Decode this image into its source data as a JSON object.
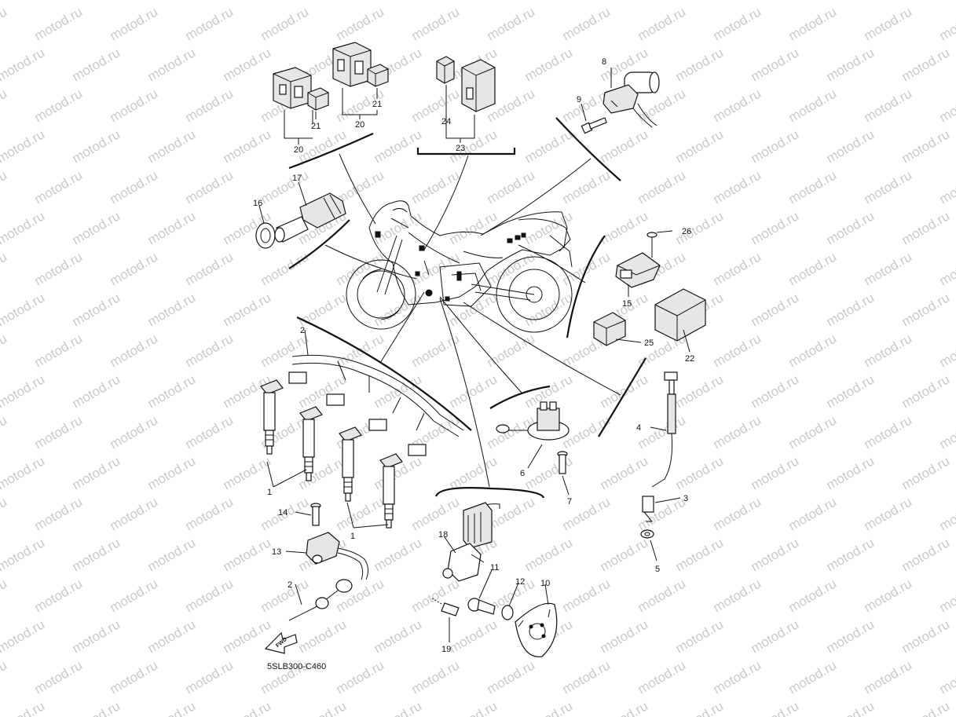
{
  "watermark": {
    "text": "motod.ru",
    "color": "#c9c9c9"
  },
  "drawing_code": "5SLB300-C460",
  "fwd_arrow_text": "FWD",
  "callouts": {
    "c1a": "1",
    "c1b": "1",
    "c2a": "2",
    "c2b": "2",
    "c3": "3",
    "c4": "4",
    "c5": "5",
    "c6": "6",
    "c7": "7",
    "c8": "8",
    "c9": "9",
    "c10": "10",
    "c11": "11",
    "c12": "12",
    "c13": "13",
    "c14": "14",
    "c15": "15",
    "c16": "16",
    "c17": "17",
    "c18": "18",
    "c19": "19",
    "c20a": "20",
    "c20b": "20",
    "c21a": "21",
    "c21b": "21",
    "c22": "22",
    "c23": "23",
    "c24": "24",
    "c25": "25",
    "c26": "26"
  }
}
